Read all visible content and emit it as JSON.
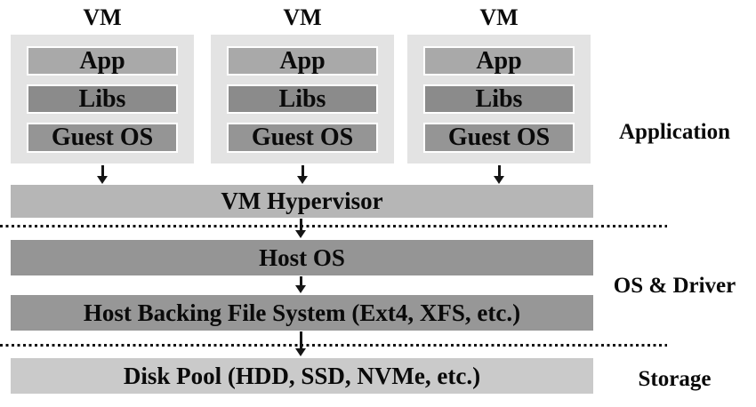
{
  "diagram": {
    "vms": [
      {
        "label": "VM",
        "layers": {
          "app": "App",
          "libs": "Libs",
          "guest_os": "Guest OS"
        }
      },
      {
        "label": "VM",
        "layers": {
          "app": "App",
          "libs": "Libs",
          "guest_os": "Guest OS"
        }
      },
      {
        "label": "VM",
        "layers": {
          "app": "App",
          "libs": "Libs",
          "guest_os": "Guest OS"
        }
      }
    ],
    "bars": {
      "hypervisor": "VM Hypervisor",
      "host_os": "Host OS",
      "host_backing_fs": "Host Backing File System (Ext4, XFS, etc.)",
      "disk_pool": "Disk Pool (HDD, SSD, NVMe, etc.)"
    },
    "section_labels": {
      "application": "Application",
      "os_driver": "OS & Driver",
      "storage": "Storage"
    },
    "colors": {
      "vm_box_bg": "#e3e3e3",
      "app_layer": "#a9a9a9",
      "libs_layer": "#8b8b8b",
      "guest_os_layer": "#959595",
      "hypervisor_bar": "#b6b6b6",
      "host_os_bar": "#959595",
      "host_backing_bar": "#979797",
      "disk_pool_bar": "#cacaca",
      "text": "#0a0a0a",
      "arrow": "#151515"
    }
  }
}
